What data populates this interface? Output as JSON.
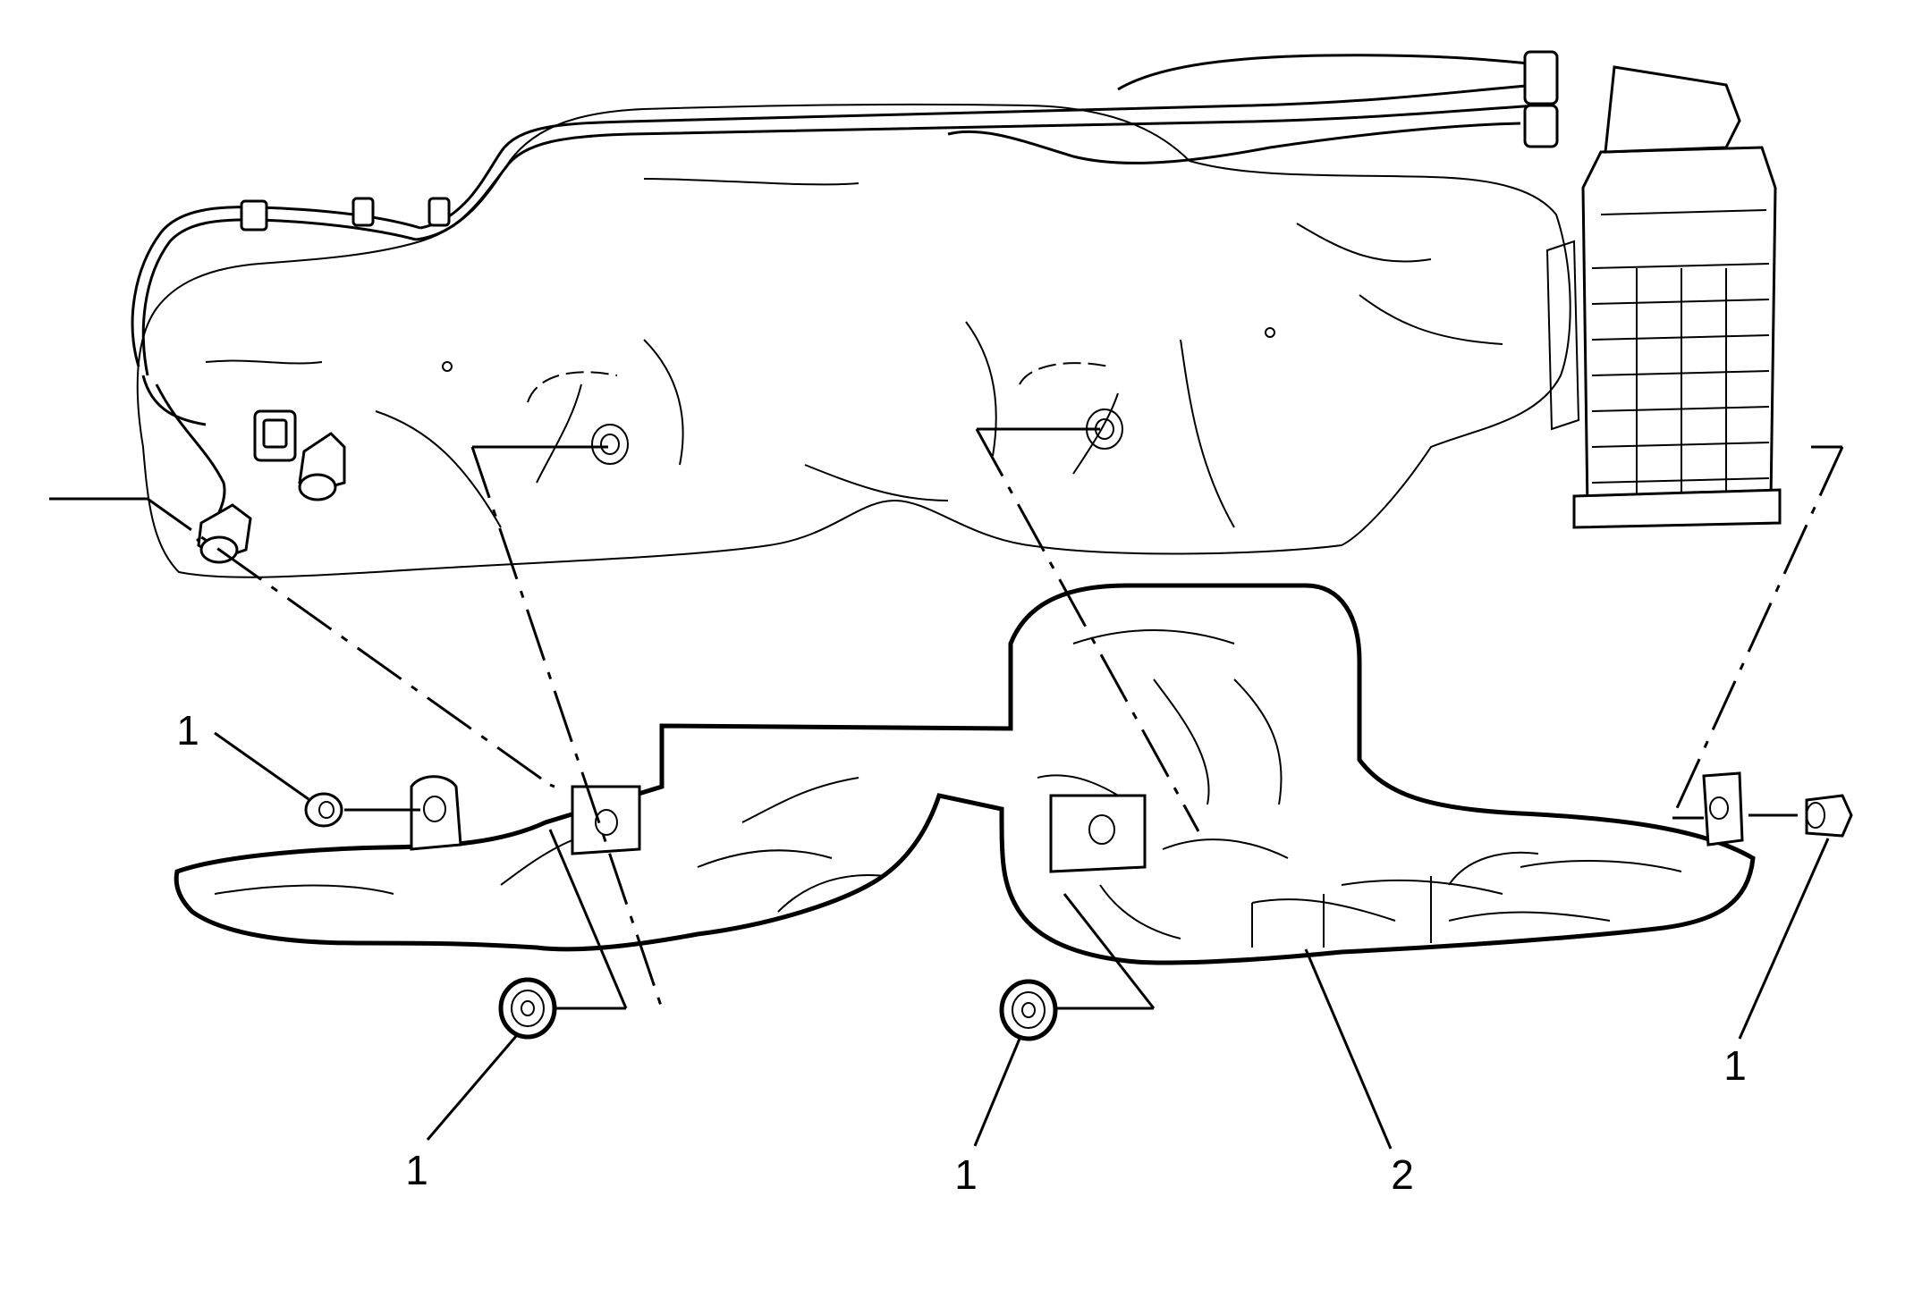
{
  "callouts": [
    {
      "id": "fastener-left-tab",
      "label": "1"
    },
    {
      "id": "fastener-left-center",
      "label": "1"
    },
    {
      "id": "fastener-right-center",
      "label": "1"
    },
    {
      "id": "fastener-right-tab",
      "label": "1"
    },
    {
      "id": "heat-shield",
      "label": "2"
    }
  ],
  "colors": {
    "line": "#000000",
    "background": "#ffffff"
  }
}
